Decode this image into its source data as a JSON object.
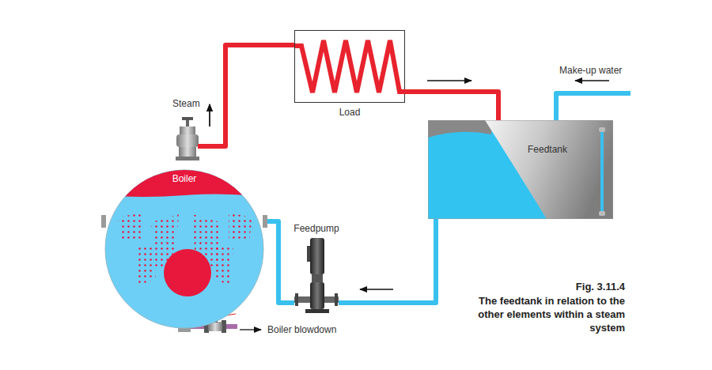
{
  "diagram": {
    "caption": "The feedtank in relation to the other elements within a steam system",
    "nodes": [
      {
        "text": [
          "Boiler"
        ]
      },
      {
        "text": [
          "Load"
        ]
      },
      {
        "text": [
          "Feedtank"
        ]
      },
      {
        "text": [
          "Feedpump"
        ]
      }
    ],
    "edges": [
      {
        "from": 0,
        "to": 1,
        "arrow": "to"
      },
      {
        "from": 1,
        "to": 2,
        "arrow": "to"
      },
      {
        "from": 2,
        "to": 3,
        "arrow": "to"
      },
      {
        "from": 3,
        "to": 0,
        "arrow": "none"
      }
    ],
    "labels": [
      "Steam",
      "Make-up water",
      "Boiler blowdown",
      "Fig. 3.11.4"
    ]
  }
}
